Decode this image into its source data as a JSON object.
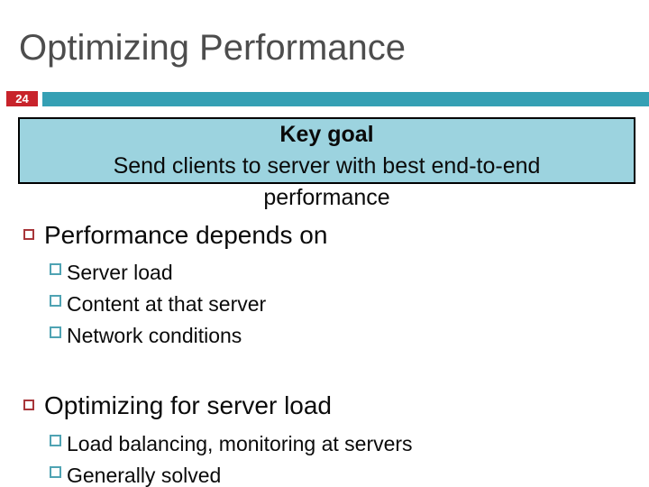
{
  "slide": {
    "title": "Optimizing Performance",
    "page_number": "24",
    "goal_box": {
      "heading": "Key goal",
      "body_line": "Send clients to server with best end-to-end",
      "overflow_line": "performance"
    },
    "bullets": [
      {
        "level": 1,
        "text": "Performance depends on"
      },
      {
        "level": 2,
        "text": "Server load"
      },
      {
        "level": 2,
        "text": "Content at that server"
      },
      {
        "level": 2,
        "text": "Network conditions"
      },
      {
        "level": 1,
        "text": "Optimizing for server load"
      },
      {
        "level": 2,
        "text": "Load balancing, monitoring at servers"
      },
      {
        "level": 2,
        "text": "Generally solved"
      }
    ],
    "colors": {
      "accent_red": "#c8232b",
      "accent_teal": "#35a0b4",
      "goal_box_fill": "#9cd3df",
      "goal_box_border": "#000000",
      "bullet_l1_border": "#a8363a",
      "bullet_l2_border": "#4fa3b3",
      "title_text": "#4d4d4d",
      "body_text": "#0a0a0a",
      "page_number_text": "#ffffff"
    }
  }
}
